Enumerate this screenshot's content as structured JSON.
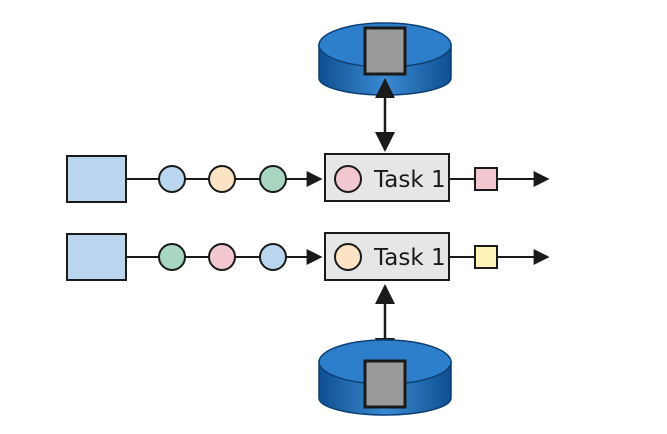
{
  "colors": {
    "background": "#ffffff",
    "stroke": "#1a1a1a",
    "source_fill": "#b9d6ee",
    "task_fill": "#e6e6e6",
    "db_blue_dark": "#0e4f91",
    "db_blue_mid": "#1d6fc0",
    "db_blue_light": "#5aa0de",
    "db_block": "#9a9a9a",
    "event_blue": "#b9d6ee",
    "event_peach": "#fce3c4",
    "event_green": "#a9d6c1",
    "event_pink": "#f3c7cf",
    "output_pink": "#f3c7cf",
    "output_yellow": "#fdf3b8"
  },
  "rows": [
    {
      "events": [
        "event_blue",
        "event_peach",
        "event_green"
      ],
      "task": {
        "label": "Task 1",
        "state_color": "event_pink"
      },
      "output_color": "output_pink",
      "state_store": "top"
    },
    {
      "events": [
        "event_green",
        "event_pink",
        "event_blue"
      ],
      "task": {
        "label": "Task 1",
        "state_color": "event_peach"
      },
      "output_color": "output_yellow",
      "state_store": "bottom"
    }
  ]
}
